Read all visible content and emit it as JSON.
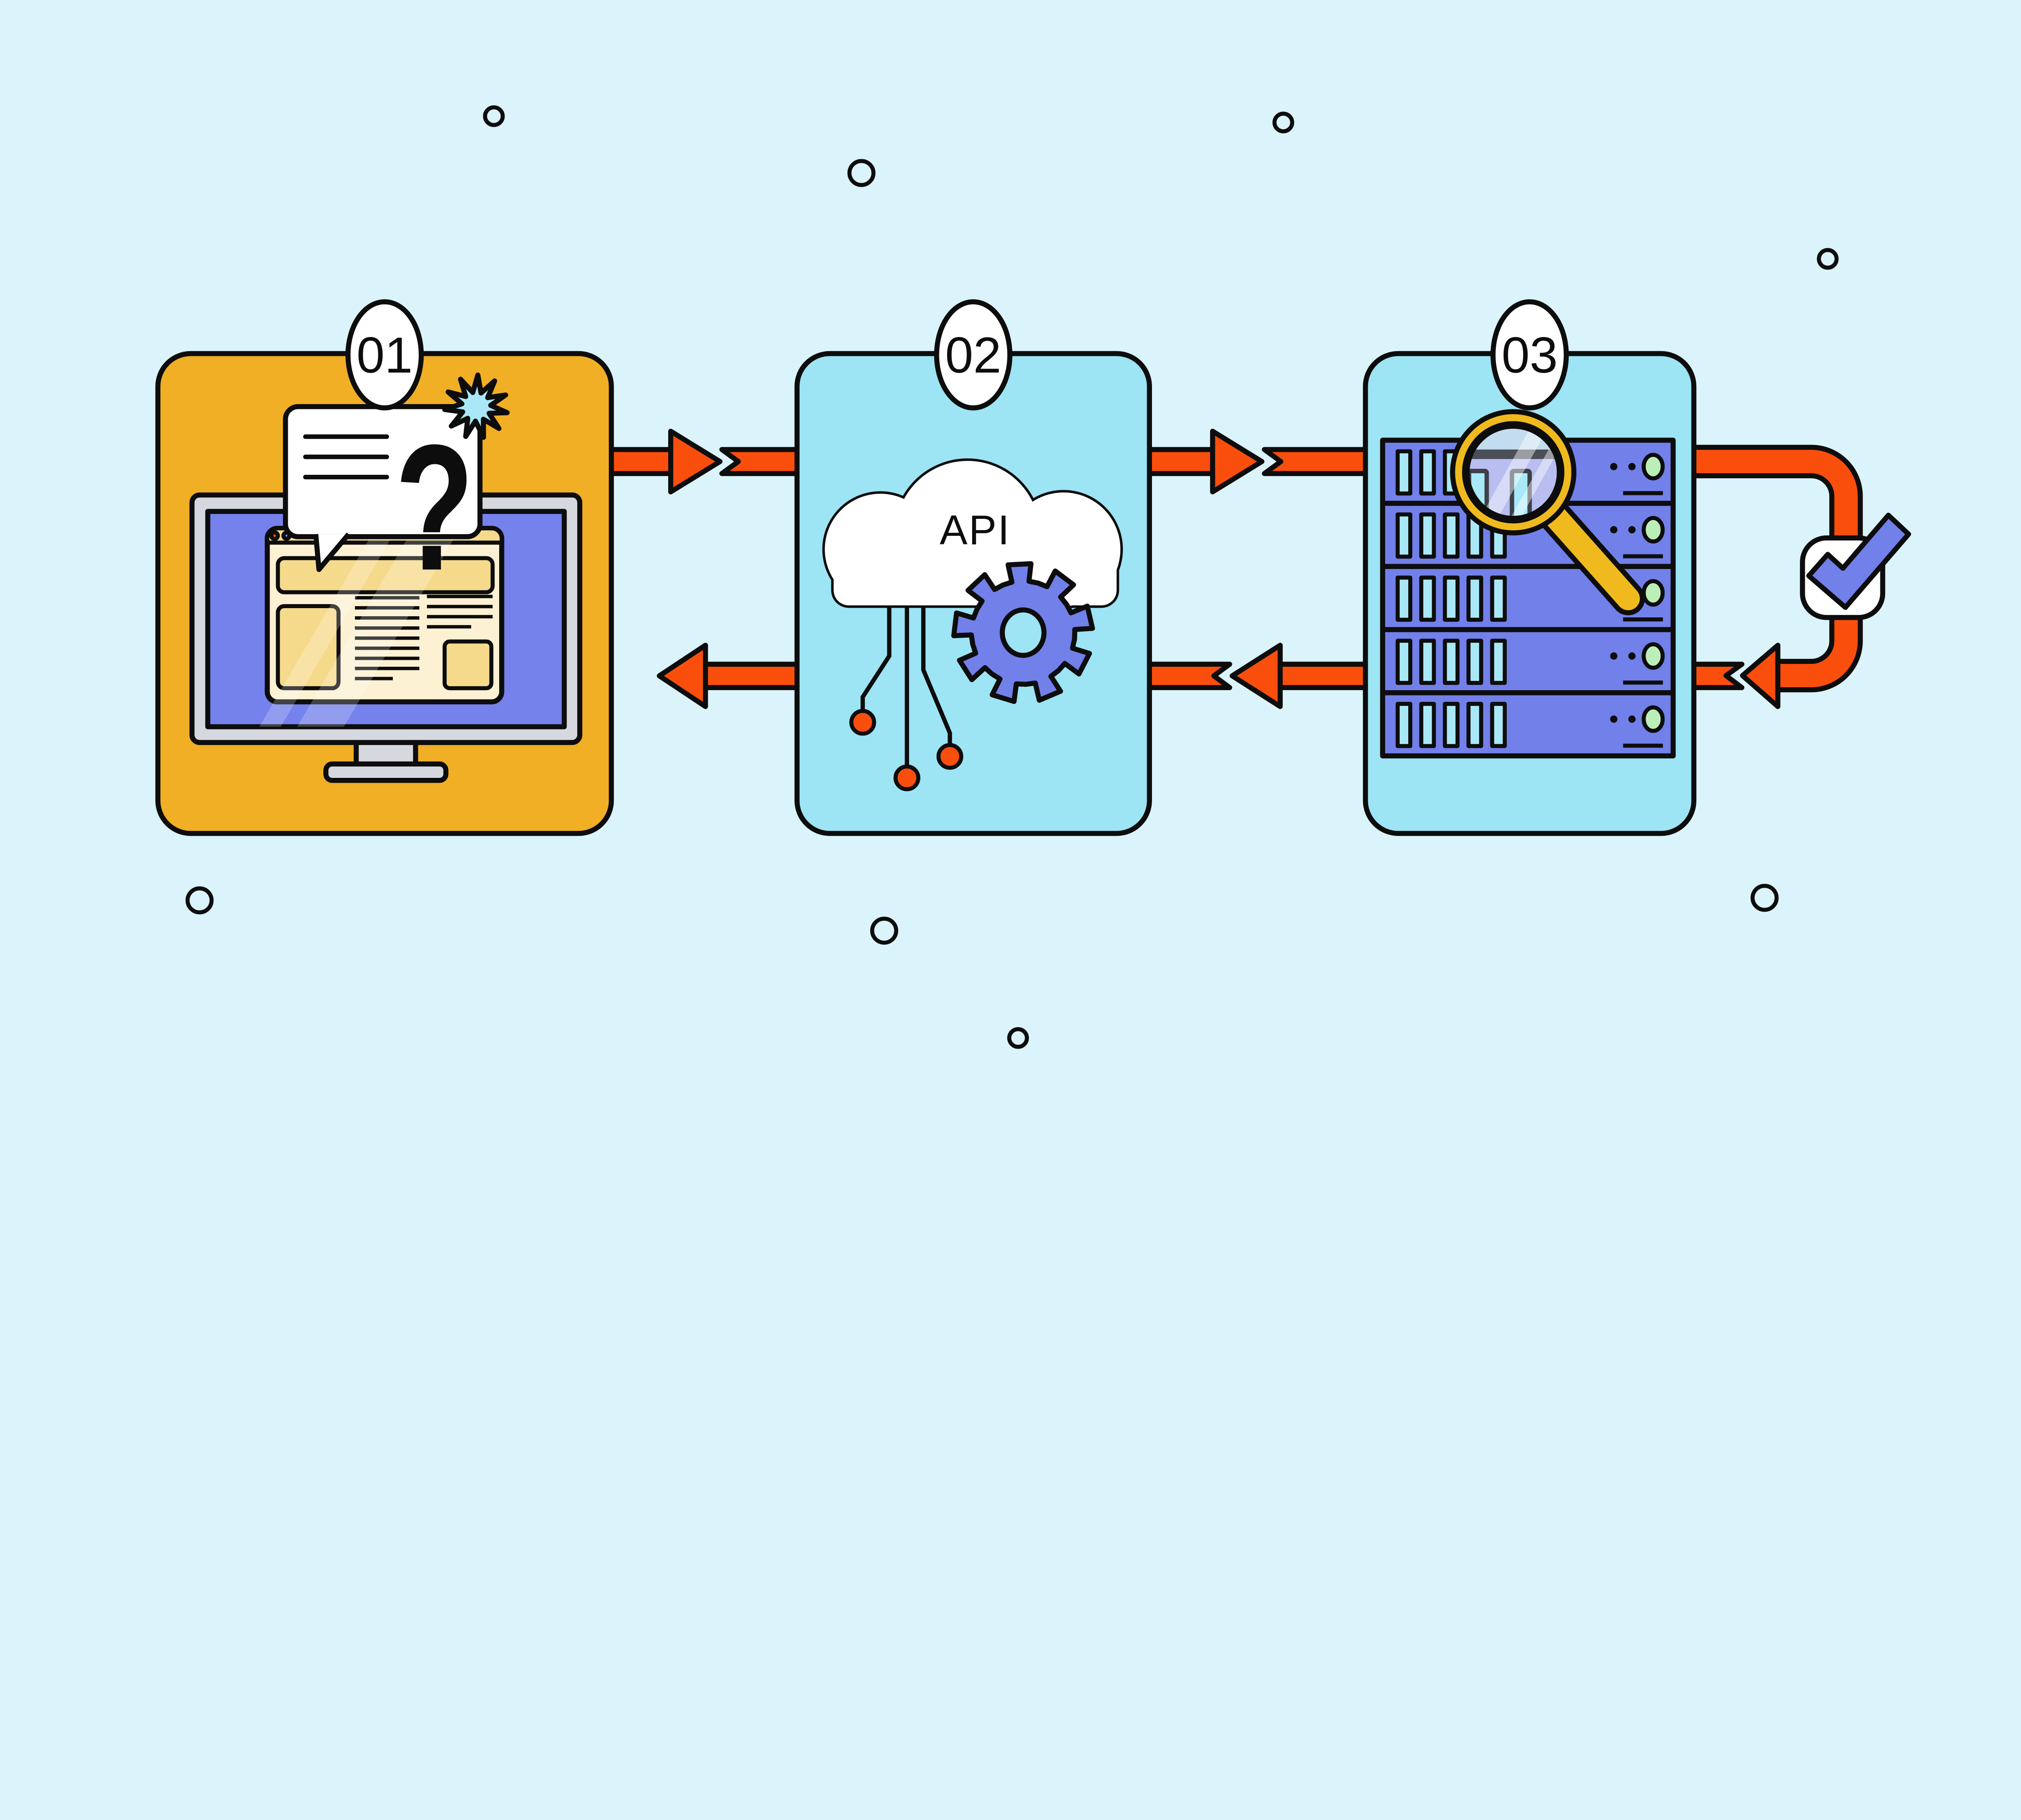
{
  "diagram": {
    "background_color": "#DBF3FA",
    "steps": [
      {
        "badge": "01",
        "card_color": "#F1AF25",
        "icon": "monitor-with-question-bubble"
      },
      {
        "badge": "02",
        "card_color": "#9DE4F4",
        "icon": "api-cloud-with-gear",
        "label": "API"
      },
      {
        "badge": "03",
        "card_color": "#9DE4F4",
        "icon": "server-rack-with-magnifier"
      }
    ],
    "bubble": {
      "question_mark": "?"
    },
    "icons": [
      "monitor",
      "browser-window",
      "speech-bubble",
      "starburst",
      "api-cloud",
      "gear",
      "circuit-nodes",
      "server-rack",
      "magnifying-glass",
      "check-badge",
      "flow-arrows"
    ],
    "colors": {
      "background": "#DBF3FA",
      "outline": "#0D0D0D",
      "arrow": "#FA4E0D",
      "purple": "#7280EA",
      "screen_purple": "#7582EC",
      "light_cyan": "#A9E9F7",
      "cream": "#FCF1D2",
      "cream_dark": "#F6DA8C",
      "gray": "#D5D9DF",
      "green": "#BCEFB8",
      "magnifier_yellow": "#F0BA1E",
      "glass": "#B9BEF0",
      "glass_top": "#C3DCEF",
      "glass_line": "#4A4E57",
      "white": "#FFFFFF"
    }
  }
}
